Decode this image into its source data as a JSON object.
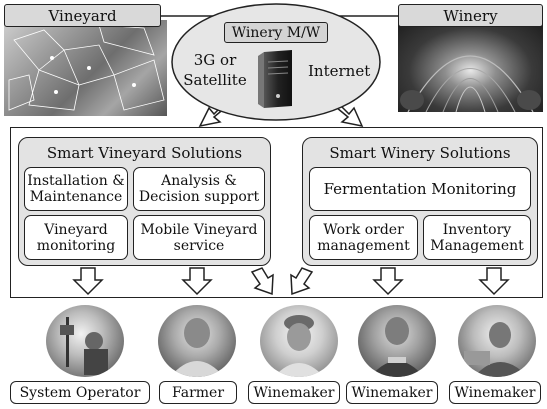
{
  "top": {
    "vineyard_label": "Vineyard",
    "winery_label": "Winery",
    "middleware": {
      "title": "Winery M/W",
      "left_line1": "3G or",
      "left_line2": "Satellite",
      "right": "Internet"
    }
  },
  "vineyard_solutions": {
    "title": "Smart Vineyard Solutions",
    "items": [
      {
        "line1": "Installation &",
        "line2": "Maintenance"
      },
      {
        "line1": "Analysis &",
        "line2": "Decision support"
      },
      {
        "line1": "Vineyard",
        "line2": "monitoring"
      },
      {
        "line1": "Mobile Vineyard",
        "line2": "service"
      }
    ]
  },
  "winery_solutions": {
    "title": "Smart Winery Solutions",
    "items": [
      {
        "line1": "Fermentation Monitoring",
        "line2": ""
      },
      {
        "line1": "Work order",
        "line2": "management"
      },
      {
        "line1": "Inventory",
        "line2": "Management"
      }
    ]
  },
  "roles": [
    "System Operator",
    "Farmer",
    "Winemaker",
    "Winemaker",
    "Winemaker"
  ]
}
